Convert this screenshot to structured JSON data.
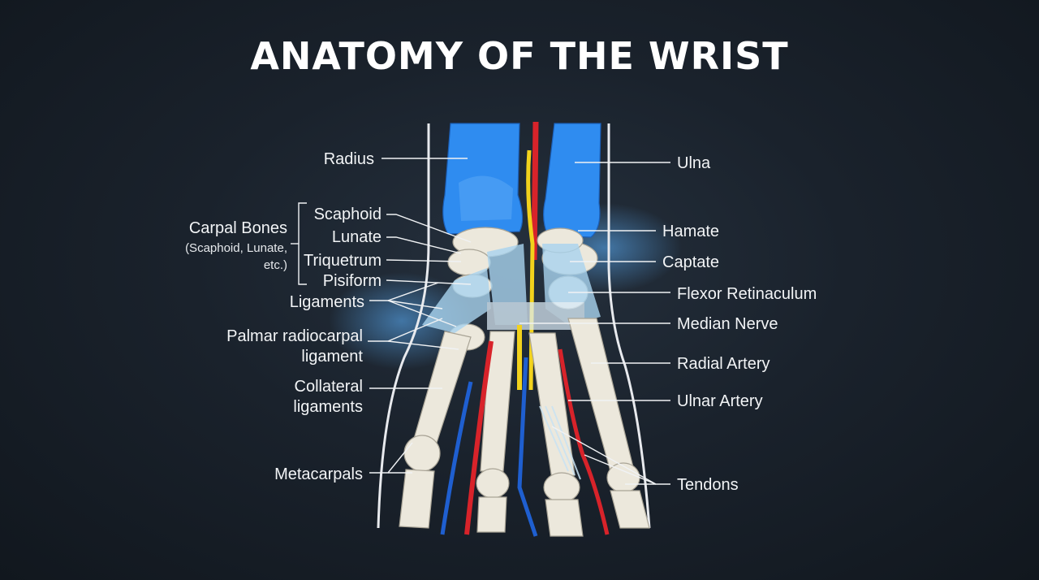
{
  "title": "ANATOMY OF THE WRIST",
  "labels": {
    "radius": "Radius",
    "ulna": "Ulna",
    "carpal_bones": "Carpal Bones",
    "carpal_bones_sub1": "(Scaphoid, Lunate,",
    "carpal_bones_sub2": "etc.)",
    "scaphoid": "Scaphoid",
    "lunate": "Lunate",
    "triquetrum": "Triquetrum",
    "pisiform": "Pisiform",
    "ligaments": "Ligaments",
    "palmar_1": "Palmar radiocarpal",
    "palmar_2": "ligament",
    "collateral_1": "Collateral",
    "collateral_2": "ligaments",
    "metacarpals": "Metacarpals",
    "hamate": "Hamate",
    "capitate": "Captate",
    "flexor_retinaculum": "Flexor Retinaculum",
    "median_nerve": "Median Nerve",
    "radial_artery": "Radial Artery",
    "ulnar_artery": "Ulnar Artery",
    "tendons": "Tendons"
  },
  "colors": {
    "background": "#1a222c",
    "bone": "#ece8dc",
    "forearm_bone": "#2f8cf0",
    "artery": "#d8232a",
    "vein": "#1f5fd0",
    "nerve": "#f2d21c",
    "ligament": "#a9d4ef"
  }
}
